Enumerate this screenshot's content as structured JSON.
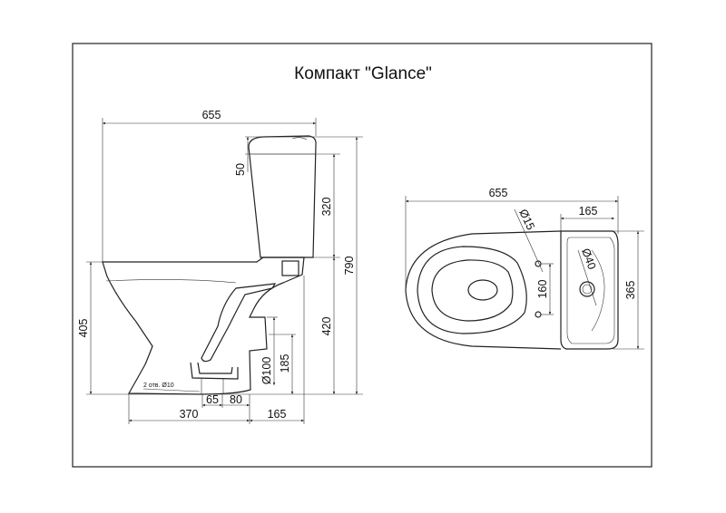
{
  "title": "Компакт \"Glance\"",
  "side_view": {
    "overall_length": "655",
    "lid_height": "50",
    "tank_height": "320",
    "total_height": "790",
    "bowl_height": "420",
    "seat_height": "405",
    "outlet_height": "185",
    "outlet_diameter": "Ø100",
    "mount_holes": "2 отв. Ø10",
    "hole_offset_1": "65",
    "hole_offset_2": "80",
    "base_length": "370",
    "rear_offset": "165"
  },
  "top_view": {
    "overall_length": "655",
    "tank_depth": "165",
    "tank_width": "365",
    "hole_spacing": "160",
    "hole_diameter": "Ø15",
    "button_diameter": "Ø40"
  }
}
